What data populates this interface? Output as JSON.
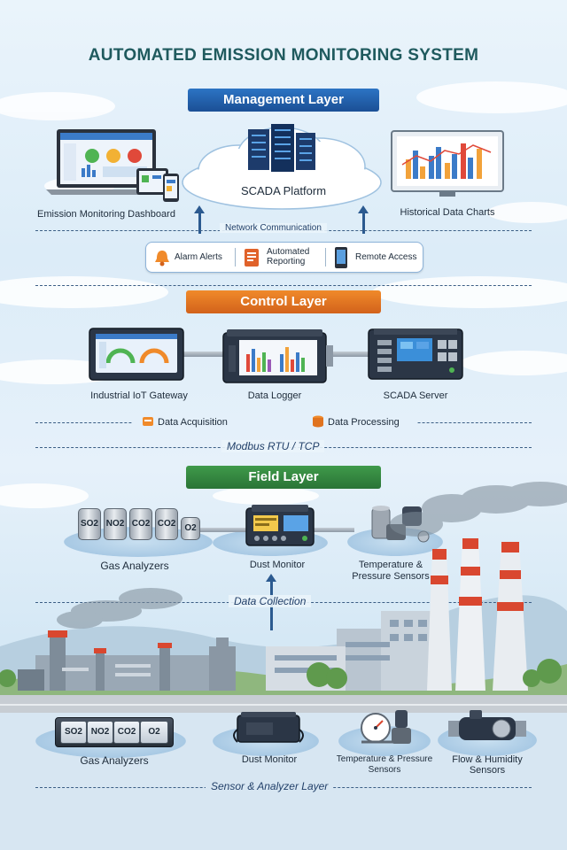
{
  "title": "AUTOMATED EMISSION MONITORING SYSTEM",
  "management": {
    "banner": "Management Layer",
    "dashboard_label": "Emission Monitoring Dashboard",
    "platform_label": "SCADA Platform",
    "charts_label": "Historical Data Charts",
    "network_label": "Network Communication",
    "alarm_label": "Alarm Alerts",
    "reporting_label": "Automated\nReporting",
    "remote_label": "Remote Access"
  },
  "control": {
    "banner": "Control Layer",
    "gateway_label": "Industrial IoT Gateway",
    "logger_label": "Data Logger",
    "server_label": "SCADA Server",
    "acquisition_label": "Data Acquisition",
    "processing_label": "Data Processing",
    "protocol_label": "Modbus RTU / TCP"
  },
  "field": {
    "banner": "Field Layer",
    "gas_label": "Gas Analyzers",
    "dust_label": "Dust Monitor",
    "temp_label": "Temperature &\nPressure Sensors",
    "collection_label": "Data Collection",
    "gases": [
      "SO2",
      "NO2",
      "CO2",
      "CO2",
      "O2"
    ]
  },
  "sensor": {
    "gas_label": "Gas Analyzers",
    "dust_label": "Dust Monitor",
    "temp_label": "Temperature & Pressure\nSensors",
    "flow_label": "Flow & Humidity\nSensors",
    "layer_label": "Sensor & Analyzer Layer",
    "gases": [
      "SO2",
      "NO2",
      "CO2",
      "O2"
    ]
  },
  "colors": {
    "management": "#1b4f95",
    "control": "#e0731f",
    "field": "#2f7d3b",
    "chimney_red": "#d9472f"
  }
}
